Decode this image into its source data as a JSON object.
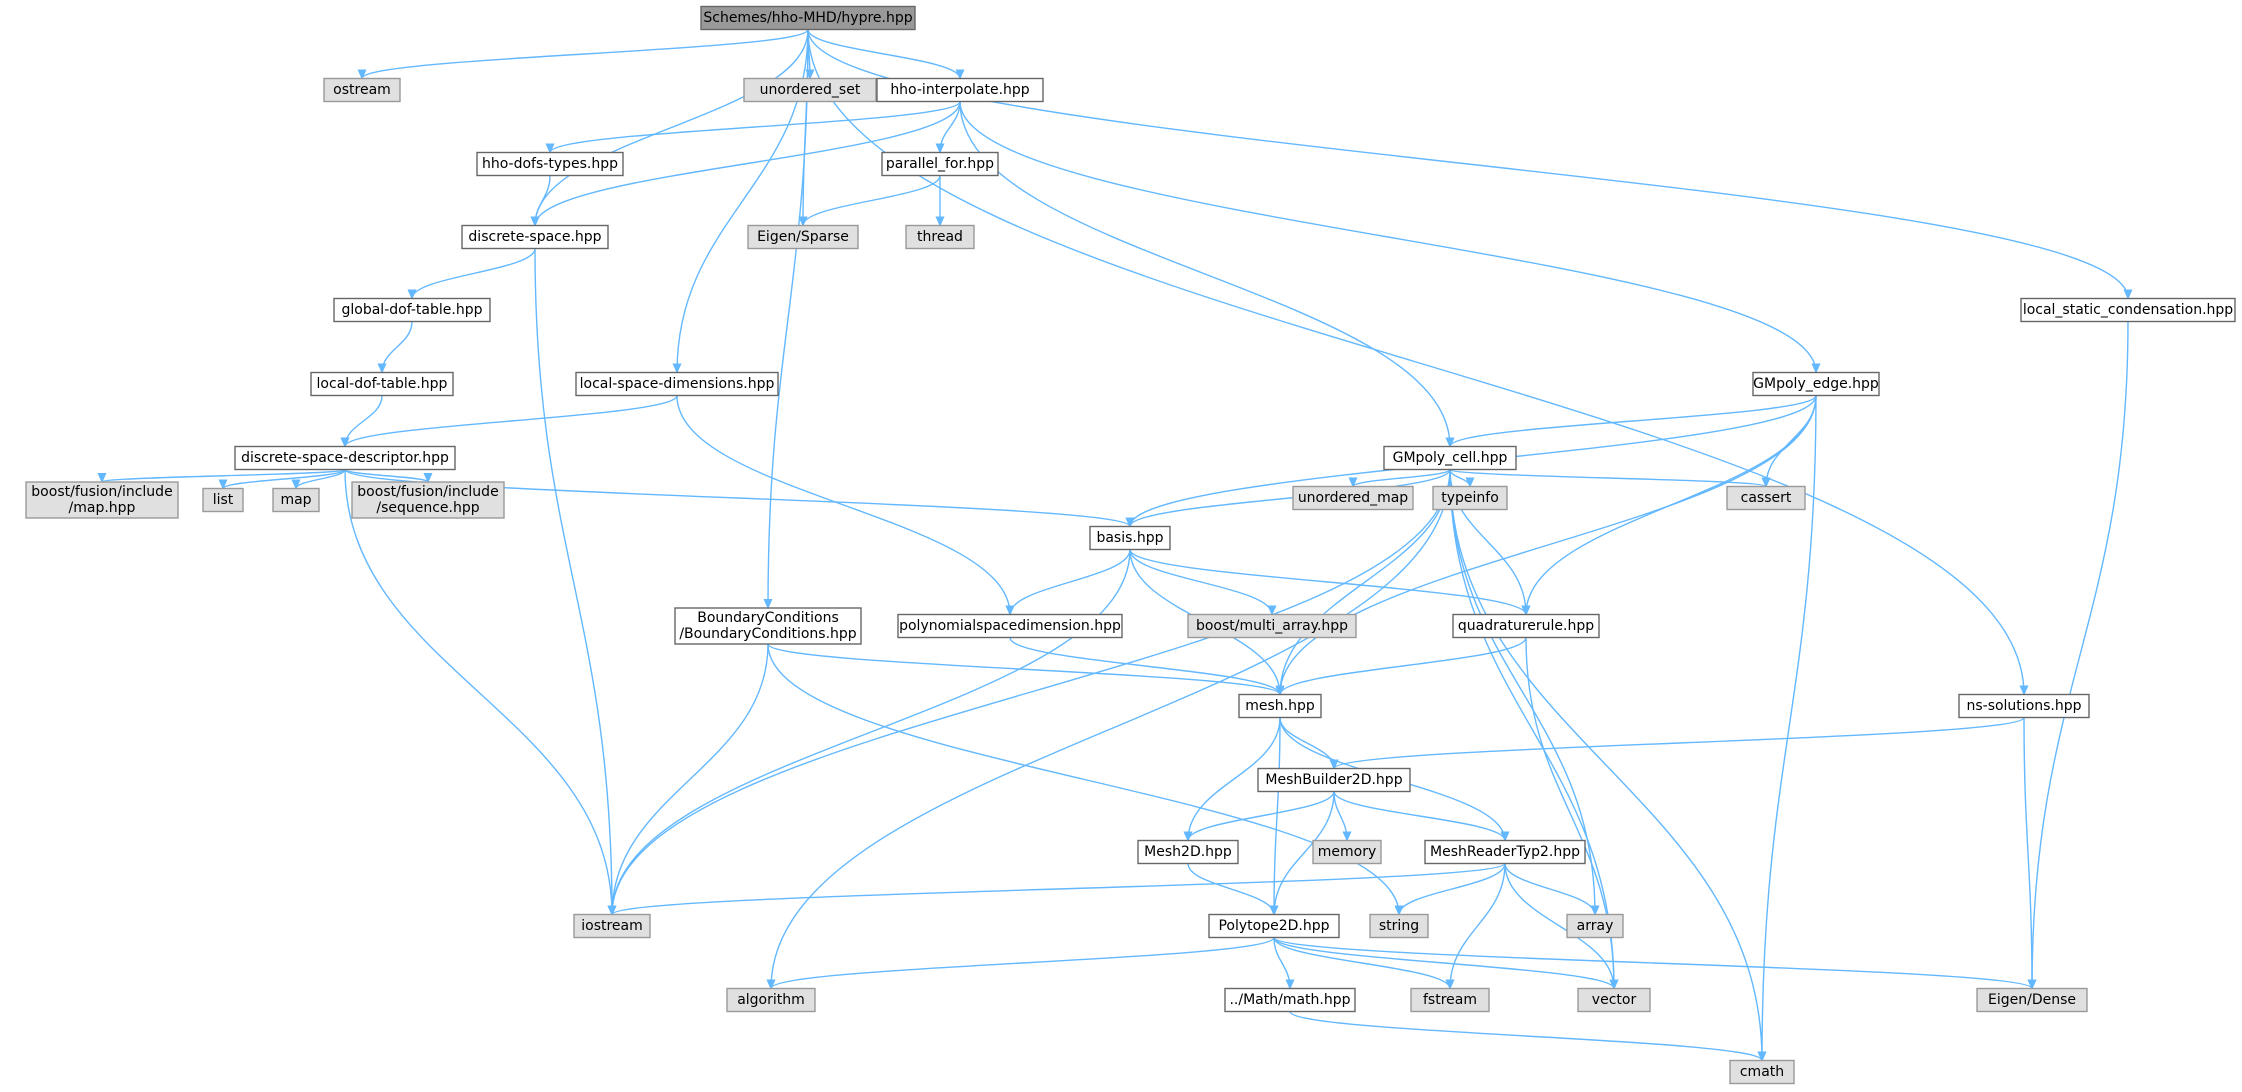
{
  "title": "Schemes/hho-MHD/hypre.hpp",
  "colors": {
    "edge": "#63b8ff",
    "root_fill": "#999999",
    "system_fill": "#e0e0e0",
    "header_fill": "#ffffff"
  },
  "nodes": {
    "root": {
      "lines": [
        "Schemes/hho-MHD/hypre.hpp"
      ],
      "kind": "root"
    },
    "ostream": {
      "lines": [
        "ostream"
      ],
      "kind": "system"
    },
    "unordered_set": {
      "lines": [
        "unordered_set"
      ],
      "kind": "system"
    },
    "hho_interpolate": {
      "lines": [
        "hho-interpolate.hpp"
      ],
      "kind": "header"
    },
    "hho_dofs_types": {
      "lines": [
        "hho-dofs-types.hpp"
      ],
      "kind": "header"
    },
    "parallel_for": {
      "lines": [
        "parallel_for.hpp"
      ],
      "kind": "header"
    },
    "discrete_space": {
      "lines": [
        "discrete-space.hpp"
      ],
      "kind": "header"
    },
    "eigen_sparse": {
      "lines": [
        "Eigen/Sparse"
      ],
      "kind": "system"
    },
    "thread": {
      "lines": [
        "thread"
      ],
      "kind": "system"
    },
    "global_dof_table": {
      "lines": [
        "global-dof-table.hpp"
      ],
      "kind": "header"
    },
    "local_static_condensation": {
      "lines": [
        "local_static_condensation.hpp"
      ],
      "kind": "header"
    },
    "local_dof_table": {
      "lines": [
        "local-dof-table.hpp"
      ],
      "kind": "header"
    },
    "local_space_dimensions": {
      "lines": [
        "local-space-dimensions.hpp"
      ],
      "kind": "header"
    },
    "gmpoly_edge": {
      "lines": [
        "GMpoly_edge.hpp"
      ],
      "kind": "header"
    },
    "discrete_space_descriptor": {
      "lines": [
        "discrete-space-descriptor.hpp"
      ],
      "kind": "header"
    },
    "gmpoly_cell": {
      "lines": [
        "GMpoly_cell.hpp"
      ],
      "kind": "header"
    },
    "boost_fusion_map": {
      "lines": [
        "boost/fusion/include",
        "/map.hpp"
      ],
      "kind": "system"
    },
    "list": {
      "lines": [
        "list"
      ],
      "kind": "system"
    },
    "map": {
      "lines": [
        "map"
      ],
      "kind": "system"
    },
    "boost_fusion_sequence": {
      "lines": [
        "boost/fusion/include",
        "/sequence.hpp"
      ],
      "kind": "system"
    },
    "basis": {
      "lines": [
        "basis.hpp"
      ],
      "kind": "header"
    },
    "unordered_map": {
      "lines": [
        "unordered_map"
      ],
      "kind": "system"
    },
    "typeinfo": {
      "lines": [
        "typeinfo"
      ],
      "kind": "system"
    },
    "cassert": {
      "lines": [
        "cassert"
      ],
      "kind": "system"
    },
    "boundary_conditions": {
      "lines": [
        "BoundaryConditions",
        "/BoundaryConditions.hpp"
      ],
      "kind": "header"
    },
    "polynomialspacedimension": {
      "lines": [
        "polynomialspacedimension.hpp"
      ],
      "kind": "header"
    },
    "boost_multi_array": {
      "lines": [
        "boost/multi_array.hpp"
      ],
      "kind": "system"
    },
    "quadraturerule": {
      "lines": [
        "quadraturerule.hpp"
      ],
      "kind": "header"
    },
    "mesh": {
      "lines": [
        "mesh.hpp"
      ],
      "kind": "header"
    },
    "ns_solutions": {
      "lines": [
        "ns-solutions.hpp"
      ],
      "kind": "header"
    },
    "meshbuilder2d": {
      "lines": [
        "MeshBuilder2D.hpp"
      ],
      "kind": "header"
    },
    "mesh2d": {
      "lines": [
        "Mesh2D.hpp"
      ],
      "kind": "header"
    },
    "memory": {
      "lines": [
        "memory"
      ],
      "kind": "system"
    },
    "meshreadertyp2": {
      "lines": [
        "MeshReaderTyp2.hpp"
      ],
      "kind": "header"
    },
    "iostream": {
      "lines": [
        "iostream"
      ],
      "kind": "system"
    },
    "string": {
      "lines": [
        "string"
      ],
      "kind": "system"
    },
    "polytope2d": {
      "lines": [
        "Polytope2D.hpp"
      ],
      "kind": "header"
    },
    "array": {
      "lines": [
        "array"
      ],
      "kind": "system"
    },
    "algorithm": {
      "lines": [
        "algorithm"
      ],
      "kind": "system"
    },
    "math": {
      "lines": [
        "../Math/math.hpp"
      ],
      "kind": "header"
    },
    "fstream": {
      "lines": [
        "fstream"
      ],
      "kind": "system"
    },
    "vector": {
      "lines": [
        "vector"
      ],
      "kind": "system"
    },
    "eigen_dense": {
      "lines": [
        "Eigen/Dense"
      ],
      "kind": "system"
    },
    "cmath": {
      "lines": [
        "cmath"
      ],
      "kind": "system"
    }
  },
  "edges": [
    [
      "root",
      "ostream"
    ],
    [
      "root",
      "unordered_set"
    ],
    [
      "root",
      "hho_interpolate"
    ],
    [
      "root",
      "discrete_space"
    ],
    [
      "root",
      "eigen_sparse"
    ],
    [
      "root",
      "local_space_dimensions"
    ],
    [
      "root",
      "boundary_conditions"
    ],
    [
      "root",
      "local_static_condensation"
    ],
    [
      "root",
      "ns_solutions"
    ],
    [
      "hho_interpolate",
      "hho_dofs_types"
    ],
    [
      "hho_interpolate",
      "discrete_space"
    ],
    [
      "hho_interpolate",
      "parallel_for"
    ],
    [
      "hho_interpolate",
      "gmpoly_cell"
    ],
    [
      "hho_interpolate",
      "gmpoly_edge"
    ],
    [
      "hho_dofs_types",
      "discrete_space"
    ],
    [
      "parallel_for",
      "eigen_sparse"
    ],
    [
      "parallel_for",
      "thread"
    ],
    [
      "discrete_space",
      "global_dof_table"
    ],
    [
      "discrete_space",
      "iostream"
    ],
    [
      "global_dof_table",
      "local_dof_table"
    ],
    [
      "local_dof_table",
      "discrete_space_descriptor"
    ],
    [
      "local_space_dimensions",
      "discrete_space_descriptor"
    ],
    [
      "local_space_dimensions",
      "polynomialspacedimension"
    ],
    [
      "discrete_space_descriptor",
      "boost_fusion_map"
    ],
    [
      "discrete_space_descriptor",
      "list"
    ],
    [
      "discrete_space_descriptor",
      "map"
    ],
    [
      "discrete_space_descriptor",
      "boost_fusion_sequence"
    ],
    [
      "discrete_space_descriptor",
      "basis"
    ],
    [
      "discrete_space_descriptor",
      "iostream"
    ],
    [
      "gmpoly_edge",
      "gmpoly_cell"
    ],
    [
      "gmpoly_edge",
      "basis"
    ],
    [
      "gmpoly_edge",
      "cassert"
    ],
    [
      "gmpoly_edge",
      "quadraturerule"
    ],
    [
      "gmpoly_edge",
      "mesh"
    ],
    [
      "gmpoly_edge",
      "cmath"
    ],
    [
      "gmpoly_cell",
      "basis"
    ],
    [
      "gmpoly_cell",
      "unordered_map"
    ],
    [
      "gmpoly_cell",
      "typeinfo"
    ],
    [
      "gmpoly_cell",
      "cassert"
    ],
    [
      "gmpoly_cell",
      "quadraturerule"
    ],
    [
      "gmpoly_cell",
      "mesh"
    ],
    [
      "gmpoly_cell",
      "iostream"
    ],
    [
      "gmpoly_cell",
      "algorithm"
    ],
    [
      "gmpoly_cell",
      "array"
    ],
    [
      "gmpoly_cell",
      "vector"
    ],
    [
      "gmpoly_cell",
      "cmath"
    ],
    [
      "basis",
      "polynomialspacedimension"
    ],
    [
      "basis",
      "boost_multi_array"
    ],
    [
      "basis",
      "quadraturerule"
    ],
    [
      "basis",
      "mesh"
    ],
    [
      "basis",
      "iostream"
    ],
    [
      "boundary_conditions",
      "mesh"
    ],
    [
      "boundary_conditions",
      "iostream"
    ],
    [
      "boundary_conditions",
      "string"
    ],
    [
      "polynomialspacedimension",
      "mesh"
    ],
    [
      "quadraturerule",
      "mesh"
    ],
    [
      "quadraturerule",
      "vector"
    ],
    [
      "mesh",
      "meshbuilder2d"
    ],
    [
      "mesh",
      "mesh2d"
    ],
    [
      "mesh",
      "meshreadertyp2"
    ],
    [
      "mesh",
      "polytope2d"
    ],
    [
      "ns_solutions",
      "meshbuilder2d"
    ],
    [
      "ns_solutions",
      "eigen_dense"
    ],
    [
      "local_static_condensation",
      "eigen_dense"
    ],
    [
      "meshbuilder2d",
      "mesh2d"
    ],
    [
      "meshbuilder2d",
      "memory"
    ],
    [
      "meshbuilder2d",
      "meshreadertyp2"
    ],
    [
      "meshbuilder2d",
      "polytope2d"
    ],
    [
      "mesh2d",
      "polytope2d"
    ],
    [
      "meshreadertyp2",
      "iostream"
    ],
    [
      "meshreadertyp2",
      "string"
    ],
    [
      "meshreadertyp2",
      "array"
    ],
    [
      "meshreadertyp2",
      "fstream"
    ],
    [
      "meshreadertyp2",
      "vector"
    ],
    [
      "polytope2d",
      "algorithm"
    ],
    [
      "polytope2d",
      "math"
    ],
    [
      "polytope2d",
      "fstream"
    ],
    [
      "polytope2d",
      "vector"
    ],
    [
      "polytope2d",
      "eigen_dense"
    ],
    [
      "math",
      "cmath"
    ]
  ]
}
